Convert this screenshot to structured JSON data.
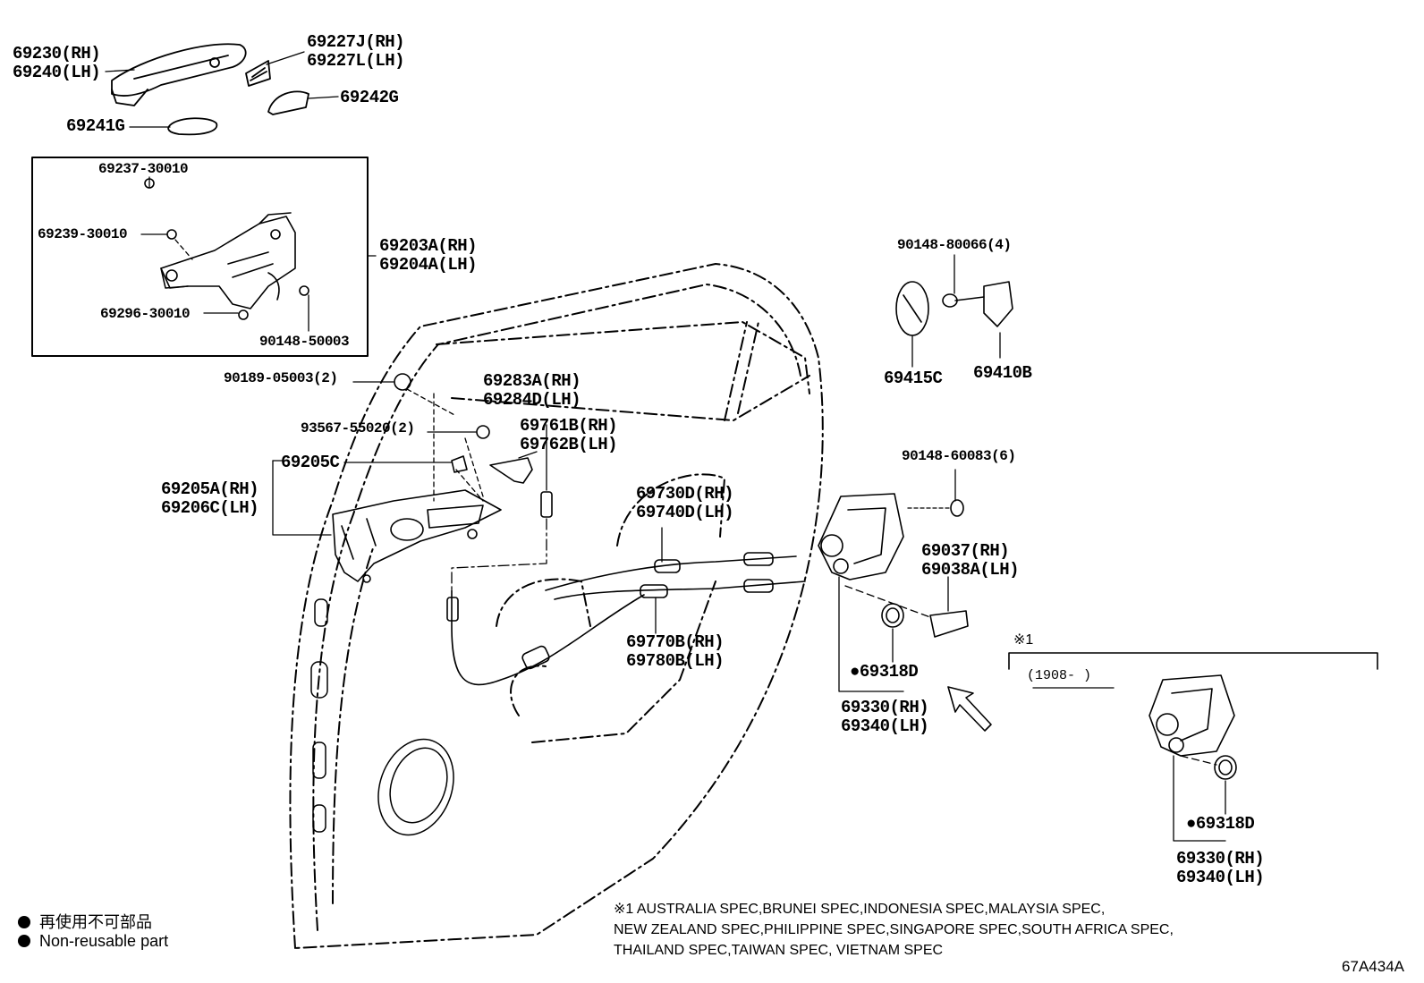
{
  "parts": {
    "p69230_rh": "69230(RH)",
    "p69240_lh": "69240(LH)",
    "p69227j_rh": "69227J(RH)",
    "p69227l_lh": "69227L(LH)",
    "p69242g": "69242G",
    "p69241g": "69241G",
    "p69237": "69237-30010",
    "p69239": "69239-30010",
    "p69203a_rh": "69203A(RH)",
    "p69204a_lh": "69204A(LH)",
    "p69296": "69296-30010",
    "p90148_50003": "90148-50003",
    "p90189": "90189-05003(2)",
    "p93567": "93567-55020(2)",
    "p69283a_rh": "69283A(RH)",
    "p69284d_lh": "69284D(LH)",
    "p69761b_rh": "69761B(RH)",
    "p69762b_lh": "69762B(LH)",
    "p69205c": "69205C",
    "p69205a_rh": "69205A(RH)",
    "p69206c_lh": "69206C(LH)",
    "p69730d_rh": "69730D(RH)",
    "p69740d_lh": "69740D(LH)",
    "p69770b_rh": "69770B(RH)",
    "p69780b_lh": "69780B(LH)",
    "p90148_80066": "90148-80066(4)",
    "p69415c": "69415C",
    "p69410b": "69410B",
    "p90148_60083": "90148-60083(6)",
    "p69037_rh": "69037(RH)",
    "p69038a_lh": "69038A(LH)",
    "p69318d_a": "●69318D",
    "p69330_rh_a": "69330(RH)",
    "p69340_lh_a": "69340(LH)",
    "p69318d_b": "●69318D",
    "p69330_rh_b": "69330(RH)",
    "p69340_lh_b": "69340(LH)"
  },
  "condition": {
    "mark": "※1",
    "range": "(1908-       )"
  },
  "legend": {
    "jp": "再使用不可部品",
    "en": "Non-reusable part"
  },
  "note": {
    "line1": "※1 AUSTRALIA SPEC,BRUNEI SPEC,INDONESIA SPEC,MALAYSIA SPEC,",
    "line2": "NEW ZEALAND SPEC,PHILIPPINE SPEC,SINGAPORE SPEC,SOUTH AFRICA SPEC,",
    "line3": "THAILAND SPEC,TAIWAN SPEC, VIETNAM SPEC"
  },
  "figure_code": "67A434A"
}
